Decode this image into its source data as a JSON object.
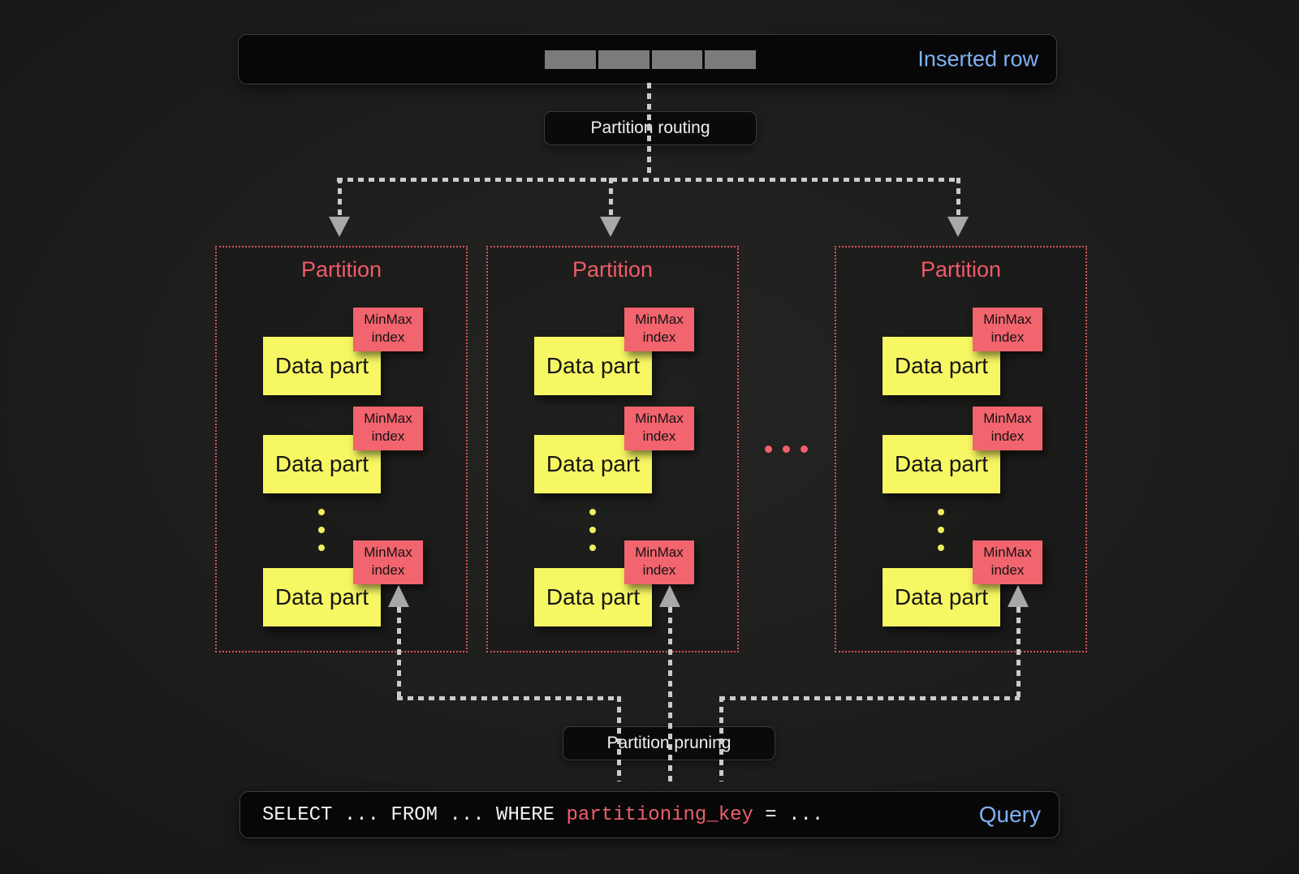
{
  "header": {
    "inserted_row_label": "Inserted row",
    "segments": 4
  },
  "routing": {
    "label": "Partition routing"
  },
  "pruning": {
    "label": "Partition pruning"
  },
  "partitions": [
    {
      "title": "Partition",
      "parts": [
        {
          "label": "Data part",
          "index_label": "MinMax index"
        },
        {
          "label": "Data part",
          "index_label": "MinMax index"
        },
        {
          "label": "Data part",
          "index_label": "MinMax index"
        }
      ]
    },
    {
      "title": "Partition",
      "parts": [
        {
          "label": "Data part",
          "index_label": "MinMax index"
        },
        {
          "label": "Data part",
          "index_label": "MinMax index"
        },
        {
          "label": "Data part",
          "index_label": "MinMax index"
        }
      ]
    },
    {
      "title": "Partition",
      "parts": [
        {
          "label": "Data part",
          "index_label": "MinMax index"
        },
        {
          "label": "Data part",
          "index_label": "MinMax index"
        },
        {
          "label": "Data part",
          "index_label": "MinMax index"
        }
      ]
    }
  ],
  "query": {
    "prefix": "SELECT ... FROM ... WHERE ",
    "key": "partitioning_key",
    "suffix": " = ...",
    "label": "Query"
  },
  "colors": {
    "background": "#1d1d1c",
    "panel_bg": "#070707",
    "accent_blue": "#7fb1f4",
    "accent_red": "#ef5b68",
    "minmax_bg": "#f2646e",
    "datapart_bg": "#f7f763",
    "connector_gray": "#cbcbcb",
    "segment_gray": "#7b7b7b"
  }
}
